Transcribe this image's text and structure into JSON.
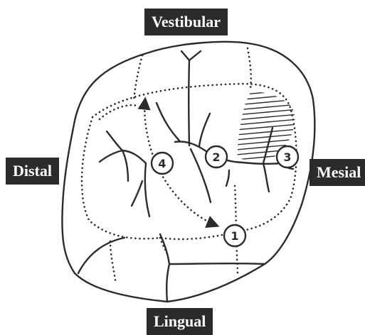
{
  "labels": {
    "vestibular": "Vestibular",
    "distal": "Distal",
    "mesial": "Mesial",
    "lingual": "Lingual"
  },
  "markers": [
    "1",
    "2",
    "3",
    "4"
  ],
  "colors": {
    "stroke": "#2b2b2b",
    "label_bg": "#2b2b2b",
    "label_text": "#ffffff"
  }
}
